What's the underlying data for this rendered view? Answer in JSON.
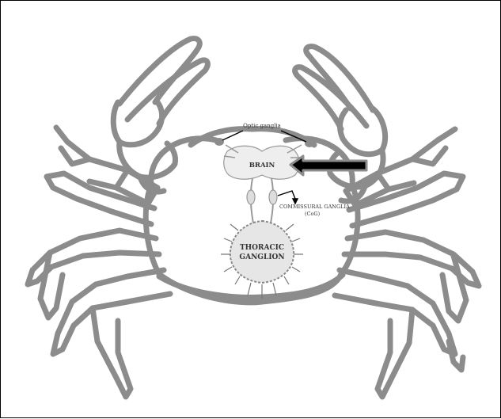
{
  "figure": {
    "labels": {
      "optic_ganglia": "Optic ganglia",
      "brain": "BRAIN",
      "commissural_ganglia": "COMMISSURAL GANGLIA",
      "commissural_abbrev": "(CoG)",
      "thoracic_line1": "THORACIC",
      "thoracic_line2": "GANGLION"
    },
    "colors": {
      "outline": "#8c8c8c",
      "nerve_tissue": "#e6e6e6",
      "arrow_fill": "#000000",
      "arrow_outline": "#8c8c8c",
      "border": "#000000"
    },
    "highlight_arrow_target": "brain"
  }
}
